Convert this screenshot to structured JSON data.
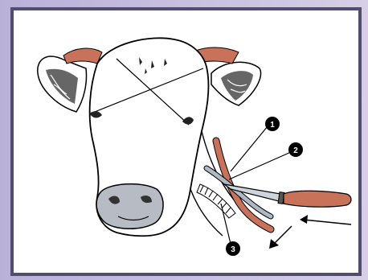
{
  "callouts": [
    {
      "number": "1"
    },
    {
      "number": "2"
    },
    {
      "number": "3"
    }
  ],
  "colors": {
    "frame_border": "#514d6e",
    "background": "#cfc6e3",
    "knife_handle": "#c8725a",
    "ear": "#c8725a",
    "muzzle": "#b7bcc4",
    "blade": "#cfd4da",
    "vessel_outer": "#c8725a",
    "vessel_inner": "#aeb7c4"
  },
  "icons": [
    "cow-head-illustration",
    "knife-icon",
    "arrow-right-to-left",
    "arrow-down-left"
  ]
}
